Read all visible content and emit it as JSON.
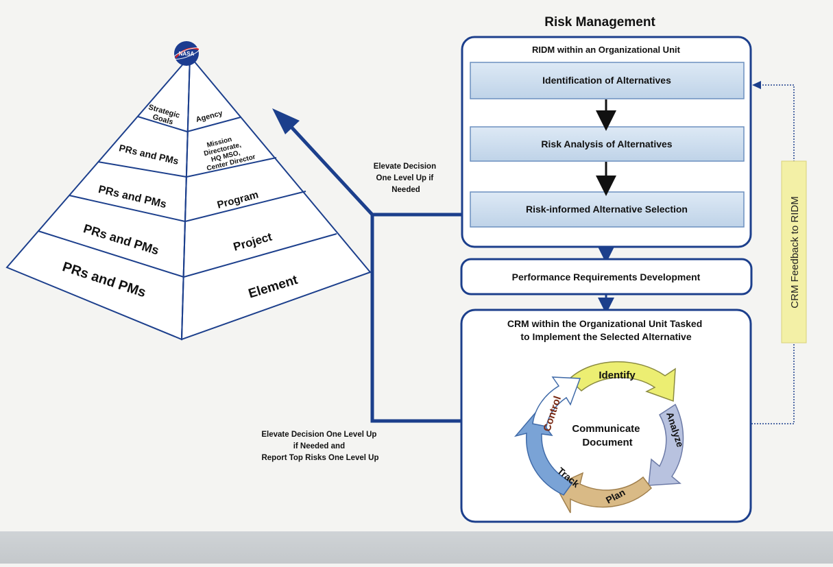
{
  "title": "Risk Management",
  "ridm": {
    "header": "RIDM within an Organizational Unit",
    "steps": [
      "Identification of Alternatives",
      "Risk Analysis of Alternatives",
      "Risk-informed Alternative Selection"
    ]
  },
  "performance_box": "Performance Requirements Development",
  "crm": {
    "header_line1": "CRM within the Organizational Unit Tasked",
    "header_line2": "to Implement the Selected Alternative",
    "center_line1": "Communicate",
    "center_line2": "Document",
    "cycle": [
      "Identify",
      "Analyze",
      "Plan",
      "Track",
      "Control"
    ]
  },
  "feedback_label": "CRM Feedback to RIDM",
  "elevate_upper": [
    "Elevate Decision",
    "One Level Up if",
    "Needed"
  ],
  "elevate_lower": [
    "Elevate Decision One Level Up",
    "if Needed and",
    "Report Top Risks One Level Up"
  ],
  "pyramid": {
    "logo": "NASA",
    "left_labels": [
      [
        "Strategic",
        "Goals"
      ],
      [
        "PRs and PMs"
      ],
      [
        "PRs and PMs"
      ],
      [
        "PRs and PMs"
      ],
      [
        "PRs and PMs"
      ]
    ],
    "right_labels": [
      [
        "Agency"
      ],
      [
        "Mission",
        "Directorate,",
        "HQ MSO,",
        "Center Director"
      ],
      [
        "Program"
      ],
      [
        "Project"
      ],
      [
        "Element"
      ]
    ]
  },
  "colors": {
    "navy": "#1c3f8c",
    "step_fill": "#cfe0ef",
    "identify": "#ecee72",
    "analyze": "#b8c2df",
    "plan": "#d9ba86",
    "track": "#7aa3d6",
    "control": "#ffffff",
    "control_text": "#7a2a14",
    "feedback_fill": "#f3f0a6"
  }
}
